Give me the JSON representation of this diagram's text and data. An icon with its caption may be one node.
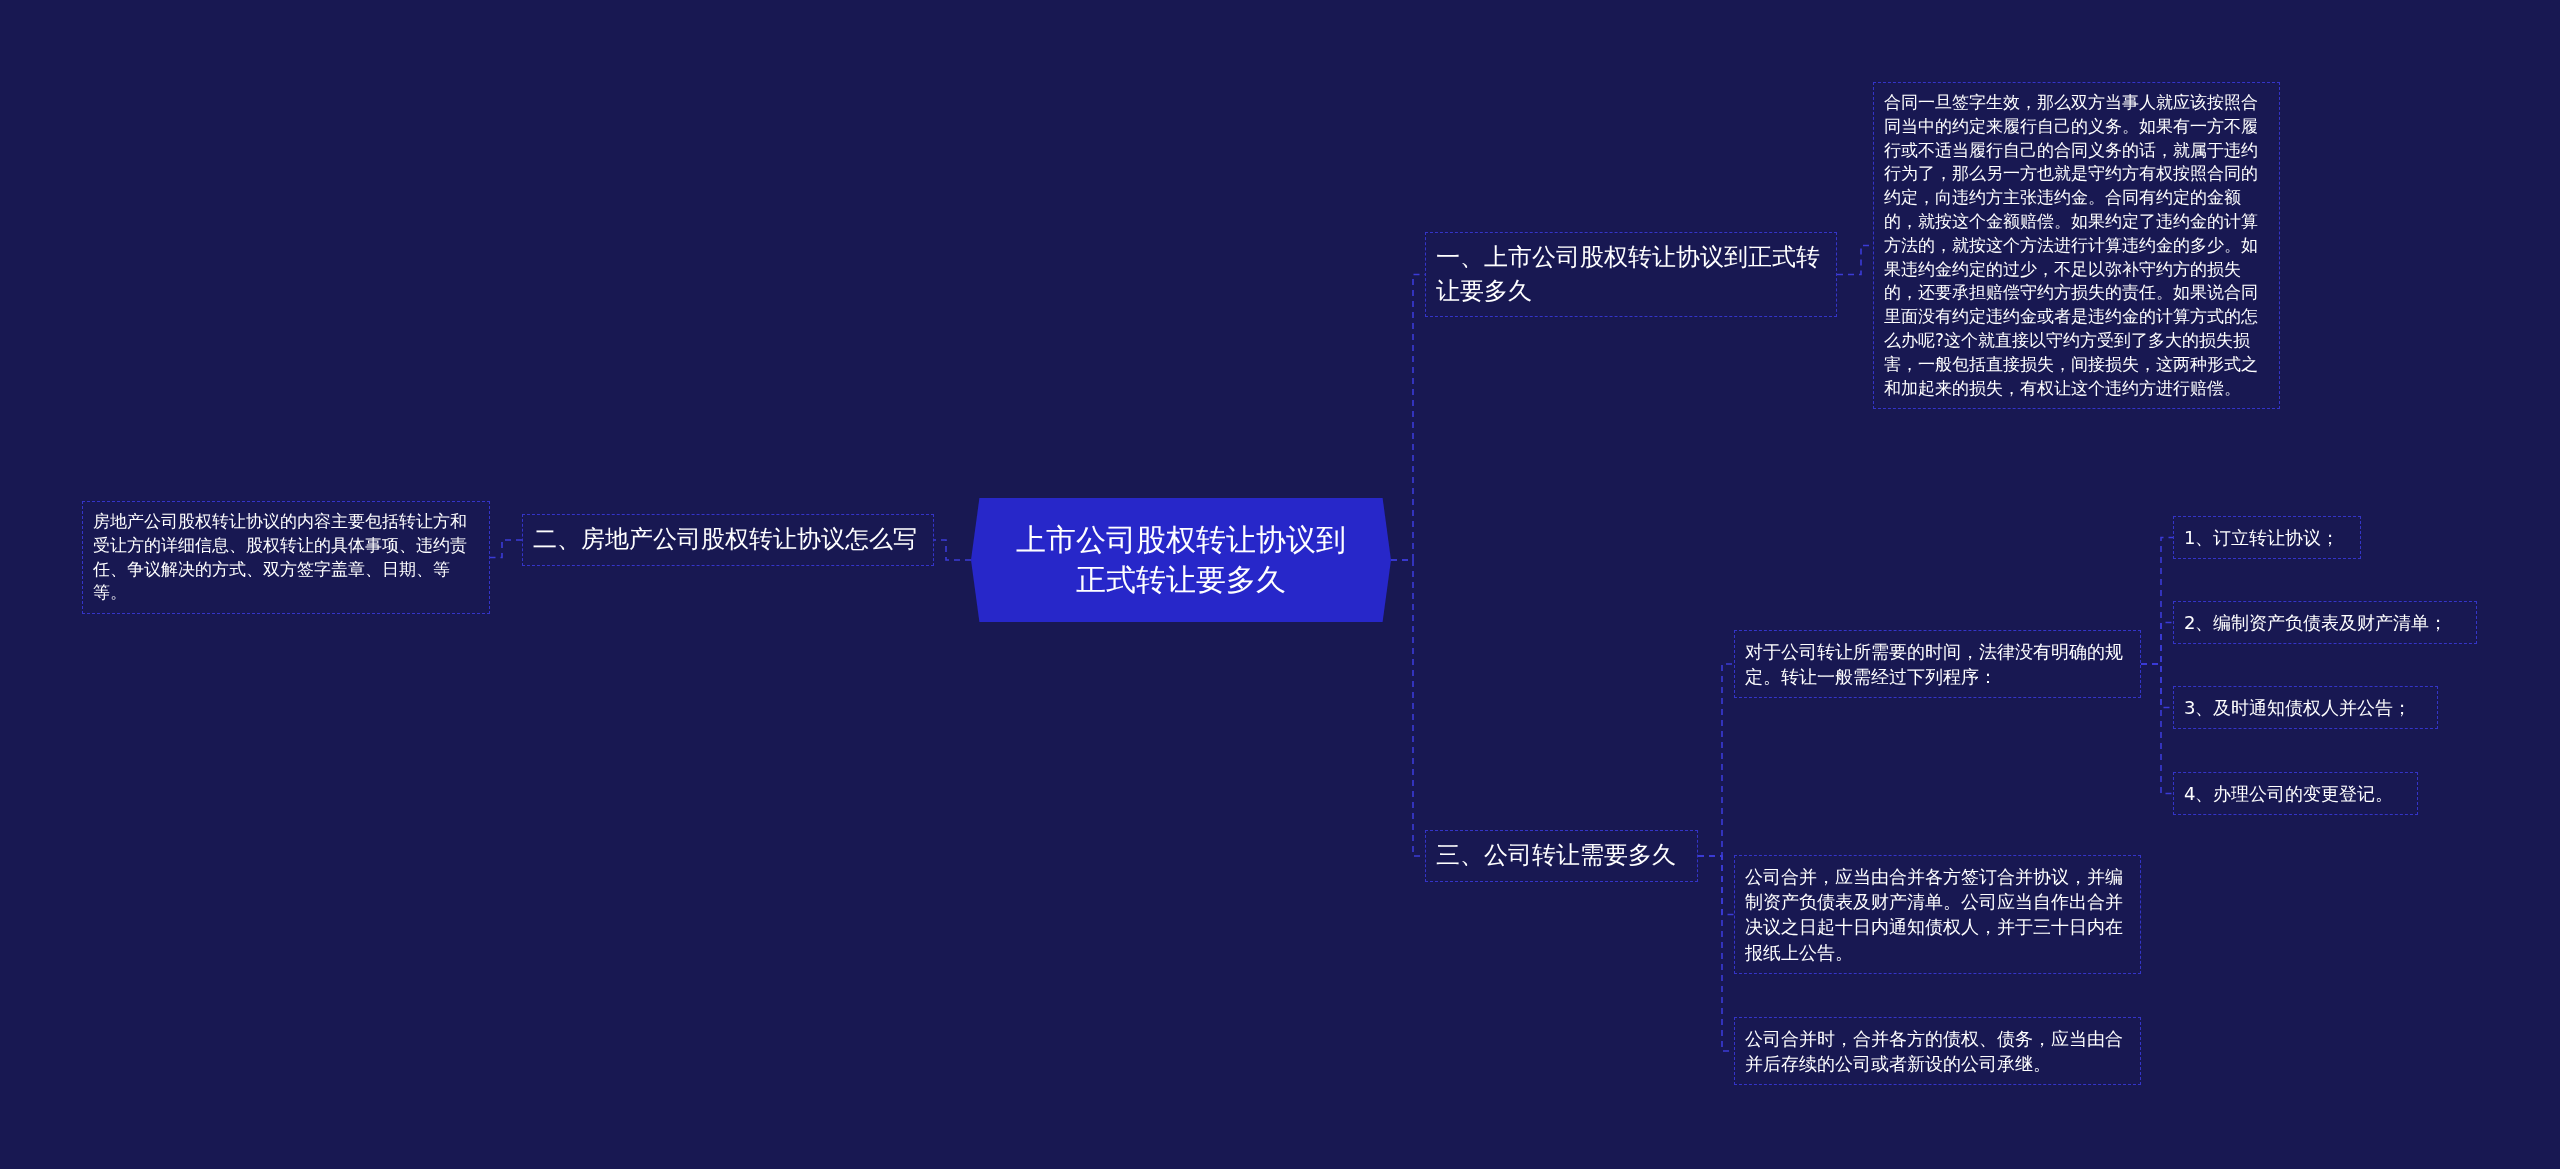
{
  "diagram": {
    "nodes": [
      {
        "text": [
          "上市公司股权转让协议到正式转让要多久"
        ]
      },
      {
        "text": [
          "一、上市公司股权转让协议到正式转让要多久"
        ]
      },
      {
        "text": [
          "合同一旦签字生效，那么双方当事人就应该按照合同当中的约定来履行自己的义务。如果有一方不履行或不适当履行自己的合同义务的话，就属于违约行为了，那么另一方也就是守约方有权按照合同的约定，向违约方主张违约金。合同有约定的金额的，就按这个金额赔偿。如果约定了违约金的计算方法的，就按这个方法进行计算违约金的多少。如果违约金约定的过少，不足以弥补守约方的损失的，还要承担赔偿守约方损失的责任。如果说合同里面没有约定违约金或者是违约金的计算方式的怎么办呢?这个就直接以守约方受到了多大的损失损害，一般包括直接损失，间接损失，这两种形式之和加起来的损失，有权让这个违约方进行赔偿。"
        ]
      },
      {
        "text": [
          "二、房地产公司股权转让协议怎么写"
        ]
      },
      {
        "text": [
          "房地产公司股权转让协议的内容主要包括转让方和受让方的详细信息、股权转让的具体事项、违约责任、争议解决的方式、双方签字盖章、日期、等等。"
        ]
      },
      {
        "text": [
          "三、公司转让需要多久"
        ]
      },
      {
        "text": [
          "对于公司转让所需要的时间，法律没有明确的规定。转让一般需经过下列程序："
        ]
      },
      {
        "text": [
          "1、订立转让协议；"
        ]
      },
      {
        "text": [
          "2、编制资产负债表及财产清单；"
        ]
      },
      {
        "text": [
          "3、及时通知债权人并公告；"
        ]
      },
      {
        "text": [
          "4、办理公司的变更登记。"
        ]
      },
      {
        "text": [
          "公司合并，应当由合并各方签订合并协议，并编制资产负债表及财产清单。公司应当自作出合并决议之日起十日内通知债权人，并于三十日内在报纸上公告。"
        ]
      },
      {
        "text": [
          "公司合并时，合并各方的债权、债务，应当由合并后存续的公司或者新设的公司承继。"
        ]
      }
    ],
    "edges": [
      {
        "from": 0,
        "to": 1,
        "arrow": "none",
        "style": "dashed"
      },
      {
        "from": 1,
        "to": 2,
        "arrow": "none",
        "style": "dashed"
      },
      {
        "from": 0,
        "to": 3,
        "arrow": "none",
        "style": "dashed"
      },
      {
        "from": 3,
        "to": 4,
        "arrow": "none",
        "style": "dashed"
      },
      {
        "from": 0,
        "to": 5,
        "arrow": "none",
        "style": "dashed"
      },
      {
        "from": 5,
        "to": 6,
        "arrow": "none",
        "style": "dashed"
      },
      {
        "from": 6,
        "to": 7,
        "arrow": "none",
        "style": "dashed"
      },
      {
        "from": 6,
        "to": 8,
        "arrow": "none",
        "style": "dashed"
      },
      {
        "from": 6,
        "to": 9,
        "arrow": "none",
        "style": "dashed"
      },
      {
        "from": 6,
        "to": 10,
        "arrow": "none",
        "style": "dashed"
      },
      {
        "from": 5,
        "to": 11,
        "arrow": "none",
        "style": "dashed"
      },
      {
        "from": 5,
        "to": 12,
        "arrow": "none",
        "style": "dashed"
      }
    ]
  }
}
